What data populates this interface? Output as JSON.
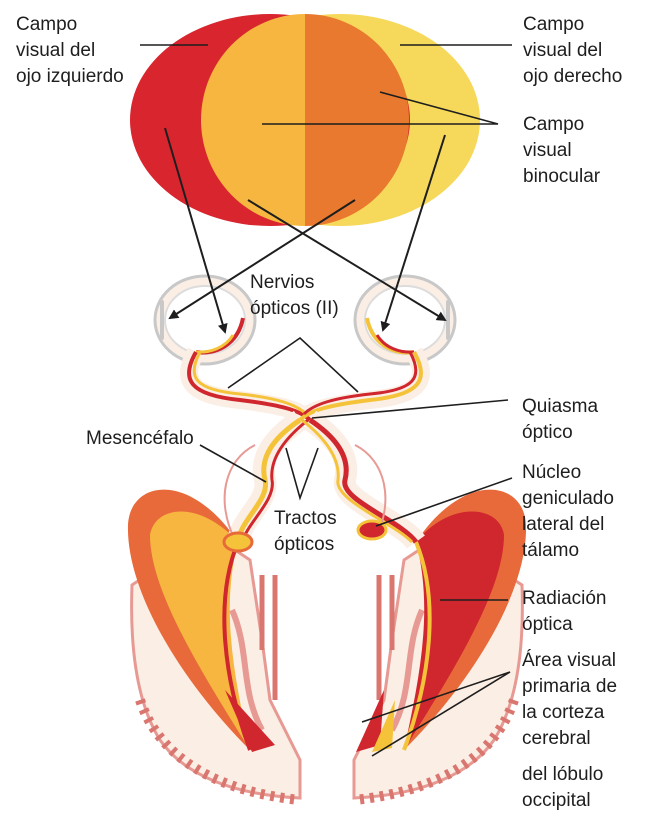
{
  "labels": {
    "left_eye_field": [
      "Campo",
      "visual del",
      "ojo izquierdo"
    ],
    "right_eye_field": [
      "Campo",
      "visual del",
      "ojo derecho"
    ],
    "binocular_field": [
      "Campo",
      "visual",
      "binocular"
    ],
    "optic_nerves": [
      "Nervios",
      "ópticos (II)"
    ],
    "optic_chiasm": [
      "Quiasma",
      "óptico"
    ],
    "midbrain": [
      "Mesencéfalo"
    ],
    "lgn": [
      "Núcleo",
      "geniculado",
      "lateral del",
      "tálamo"
    ],
    "optic_tracts": [
      "Tractos",
      "ópticos"
    ],
    "optic_radiation": [
      "Radiación",
      "óptica"
    ],
    "primary_visual_area": [
      "Área visual",
      "primaria de",
      "la corteza",
      "cerebral"
    ],
    "occipital_lobe": [
      "del lóbulo",
      "occipital"
    ]
  },
  "colors": {
    "left_field": "#d8252e",
    "right_field": "#f6d85a",
    "binocular_left": "#f6b63f",
    "binocular_right": "#e8792f",
    "pathway_red": "#d0262e",
    "pathway_yellow": "#f4c33a",
    "brain_fill": "#fbeee4",
    "brain_edge": "#e79a94",
    "text": "#1e1e1e"
  }
}
